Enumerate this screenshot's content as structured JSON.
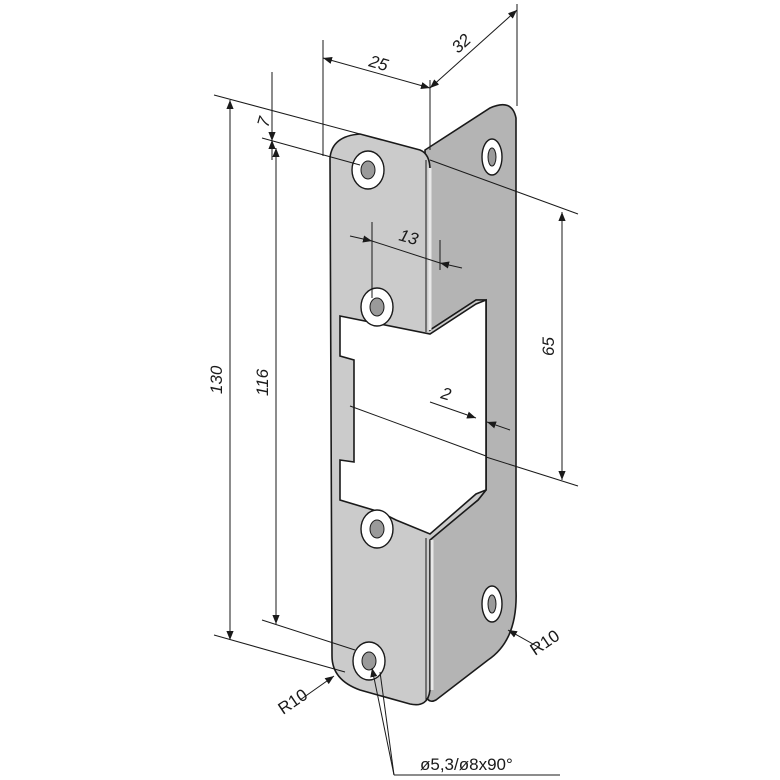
{
  "colors": {
    "plate_face": "#cbcbcb",
    "plate_side": "#b4b4b4",
    "plate_edge": "#e8e8e8",
    "line": "#1a1a1a",
    "background": "#ffffff"
  },
  "dimensions": {
    "width_face": "25",
    "width_side": "32",
    "top_offset": "7",
    "hole_offset": "13",
    "cutout_height": "65",
    "cutout_step": "2",
    "total_height": "130",
    "hole_spacing": "116",
    "radius_left": "R10",
    "radius_right": "R10",
    "hole_spec": "ø5,3/ø8x90°"
  }
}
